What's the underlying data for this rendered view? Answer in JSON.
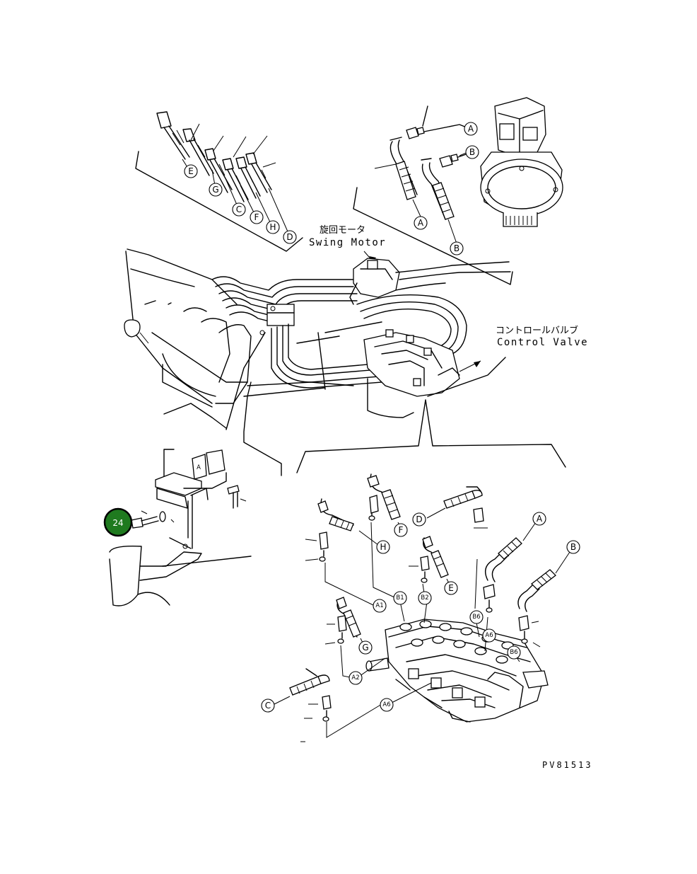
{
  "labels": {
    "swing_motor_jp": "旋回モータ",
    "swing_motor_en": "Swing Motor",
    "control_valve_jp": "コントロールバルブ",
    "control_valve_en": "Control Valve",
    "drawing_number": "PV81513"
  },
  "callout": {
    "number": "24",
    "color": "#1f7a1f"
  },
  "hose_letters": {
    "upper_left": [
      "E",
      "G",
      "C",
      "F",
      "H",
      "D"
    ],
    "upper_right": [
      "A",
      "B",
      "A",
      "B"
    ],
    "lower": [
      "F",
      "D",
      "A",
      "H",
      "E",
      "B",
      "C",
      "G"
    ]
  },
  "port_labels": {
    "b1": "B1",
    "b2": "B2",
    "b6_top": "B6",
    "a1": "A1",
    "a2": "A2",
    "a6_mid": "A6",
    "b6_mid": "B6",
    "a6_low": "A6"
  }
}
